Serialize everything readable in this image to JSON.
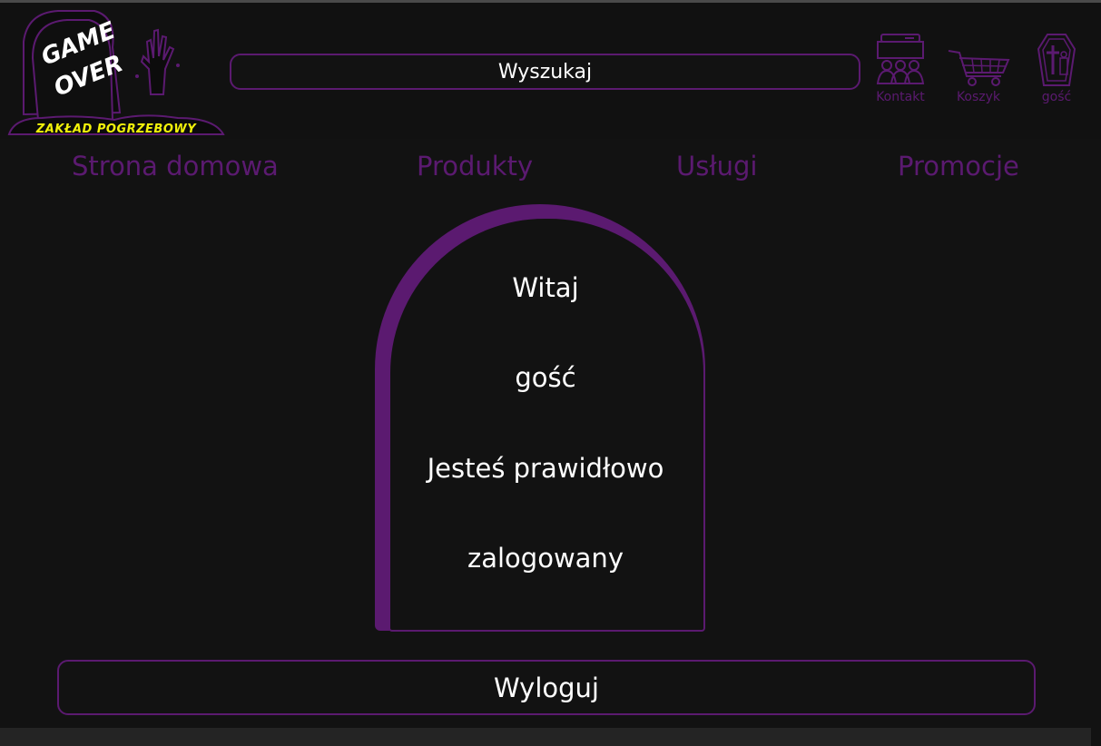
{
  "colors": {
    "background": "#121212",
    "accent_purple": "#5b1a70",
    "logo_yellow": "#f2f20a",
    "text": "#ffffff"
  },
  "logo": {
    "line1": "GAME",
    "line2": "OVER",
    "subtitle": "ZAKŁAD POGRZEBOWY"
  },
  "search": {
    "label": "Wyszukaj"
  },
  "header_icons": [
    {
      "icon": "coffin-people-icon",
      "label": "Kontakt"
    },
    {
      "icon": "shopping-cart-icon",
      "label": "Koszyk"
    },
    {
      "icon": "coffin-cross-icon",
      "label": "gość"
    }
  ],
  "nav": {
    "home": "Strona domowa",
    "products": "Produkty",
    "services": "Usługi",
    "promotions": "Promocje"
  },
  "welcome": {
    "line1": "Witaj",
    "line2": "gość",
    "line3": "Jesteś prawidłowo",
    "line4": "zalogowany"
  },
  "logout": {
    "label": "Wyloguj"
  }
}
